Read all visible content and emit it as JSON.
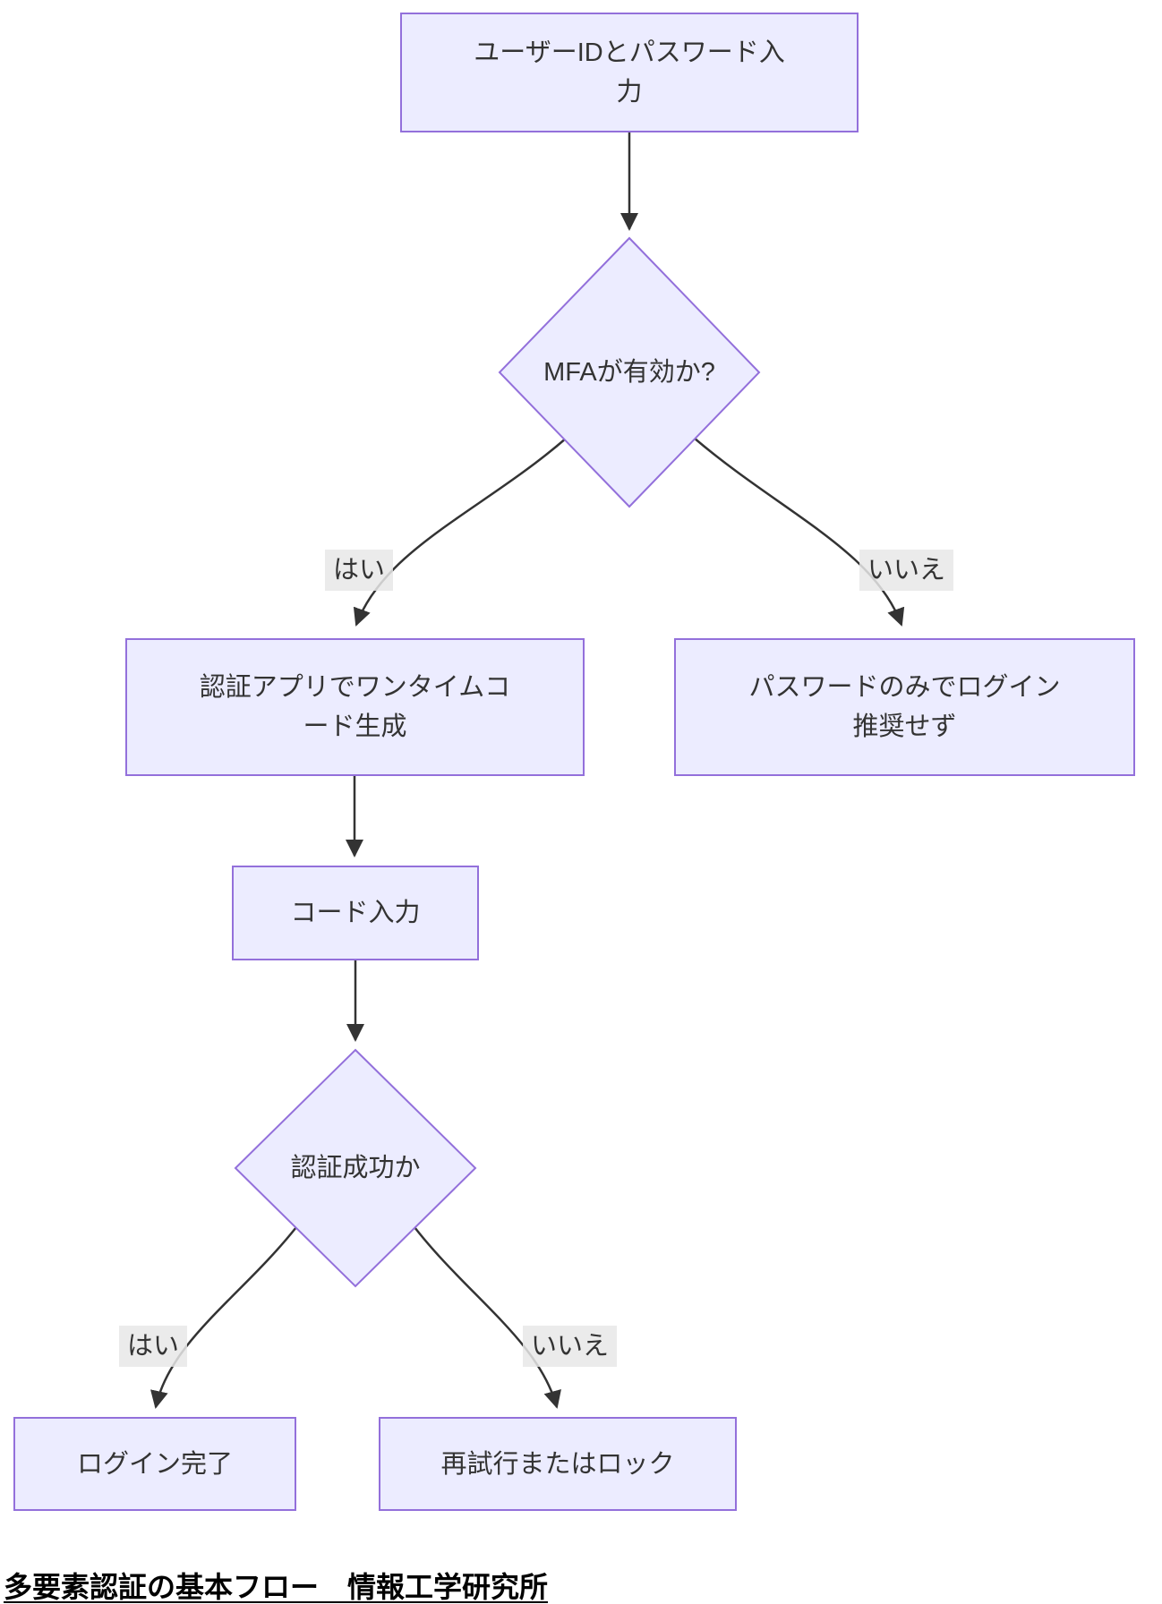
{
  "flowchart": {
    "nodes": {
      "start": "ユーザーIDとパスワード入\n力",
      "mfa_check": "MFAが有効か?",
      "generate_code": "認証アプリでワンタイムコ\nード生成",
      "password_only": "パスワードのみでログイン\n推奨せず",
      "enter_code": "コード入力",
      "auth_check": "認証成功か",
      "login_complete": "ログイン完了",
      "retry_or_lock": "再試行またはロック"
    },
    "edge_labels": {
      "mfa_yes": "はい",
      "mfa_no": "いいえ",
      "auth_yes": "はい",
      "auth_no": "いいえ"
    },
    "footer": "多要素認証の基本フロー　情報工学研究所",
    "colors": {
      "node_fill": "#ECECFF",
      "node_border": "#9370DB",
      "edge_line": "#333333",
      "edge_label_bg": "#e8e8e8",
      "text": "#333333"
    }
  }
}
